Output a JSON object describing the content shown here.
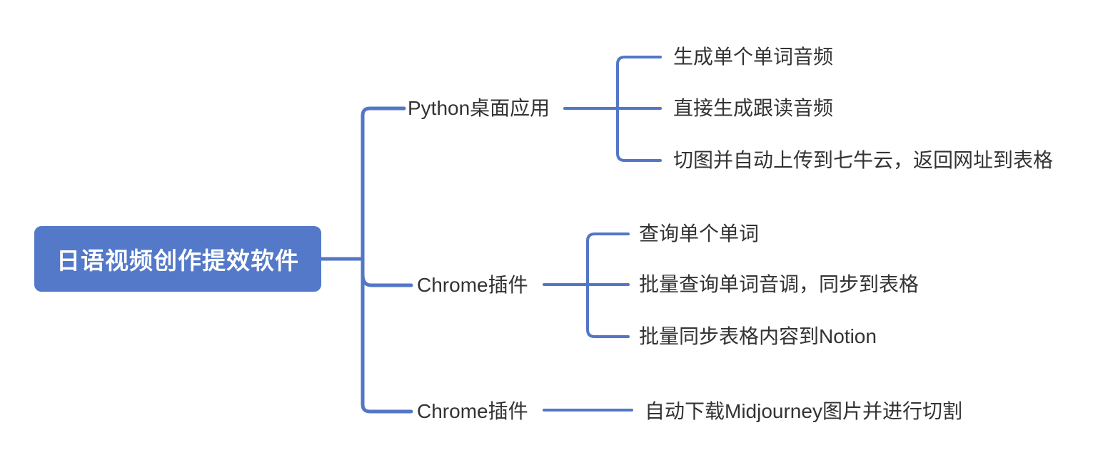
{
  "colors": {
    "line": "#5377C6",
    "root_background": "#5379C8",
    "root_text": "#FFFFFF",
    "node_text": "#333333",
    "canvas_background": "#FFFFFF"
  },
  "mindmap": {
    "root": {
      "label": "日语视频创作提效软件"
    },
    "branches": [
      {
        "label": "Python桌面应用",
        "children": [
          {
            "label": "生成单个单词音频"
          },
          {
            "label": "直接生成跟读音频"
          },
          {
            "label": "切图并自动上传到七牛云，返回网址到表格"
          }
        ]
      },
      {
        "label": "Chrome插件",
        "children": [
          {
            "label": "查询单个单词"
          },
          {
            "label": "批量查询单词音调，同步到表格"
          },
          {
            "label": "批量同步表格内容到Notion"
          }
        ]
      },
      {
        "label": "Chrome插件",
        "children": [
          {
            "label": "自动下载Midjourney图片并进行切割"
          }
        ]
      }
    ]
  }
}
